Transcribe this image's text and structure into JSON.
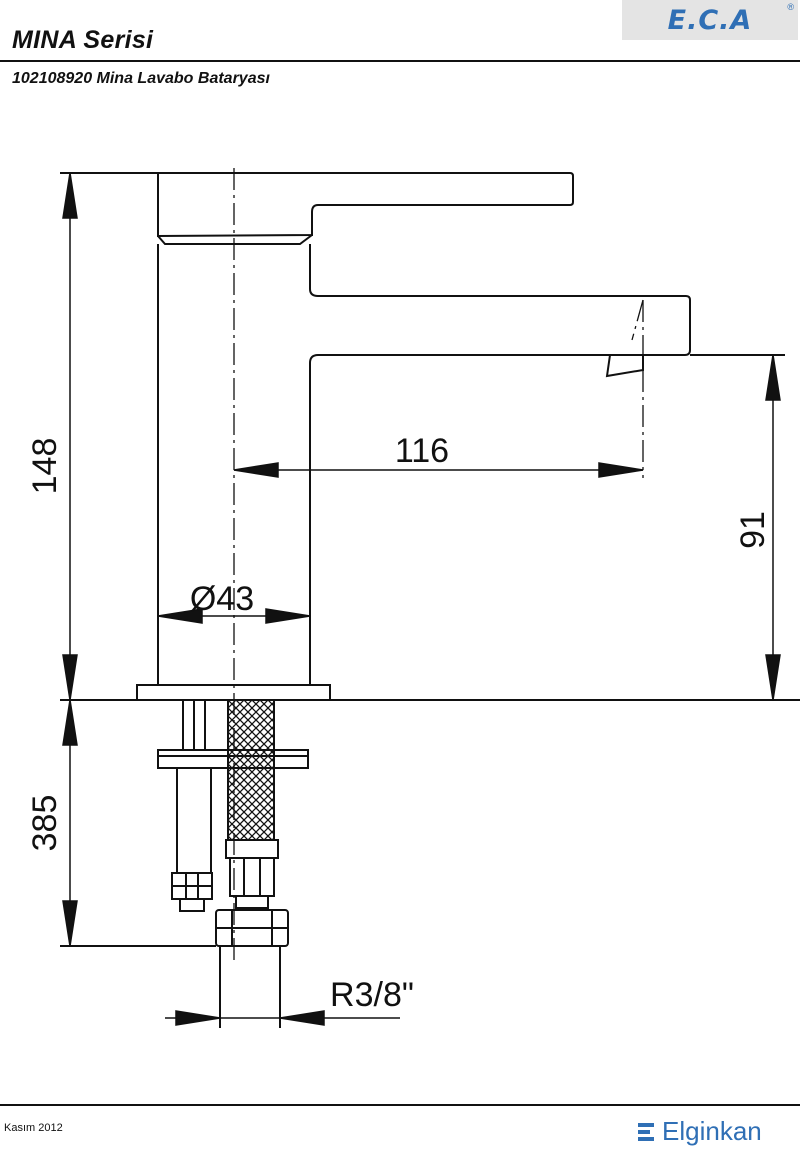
{
  "header": {
    "series_title": "MINA Serisi",
    "product_title": "102108920 Mina Lavabo Bataryası",
    "brand_logo": "E.C.A",
    "brand_reg": "®"
  },
  "dimensions": {
    "height_total": "148",
    "spout_length": "116",
    "spout_height": "91",
    "body_diameter": "Ø43",
    "hose_length": "385",
    "connection": "R3/8\""
  },
  "footer": {
    "date": "Kasım 2012",
    "company": "Elginkan"
  },
  "colors": {
    "brand_blue": "#2f6fb5",
    "line": "#111111",
    "logo_bg": "#e4e4e4"
  }
}
